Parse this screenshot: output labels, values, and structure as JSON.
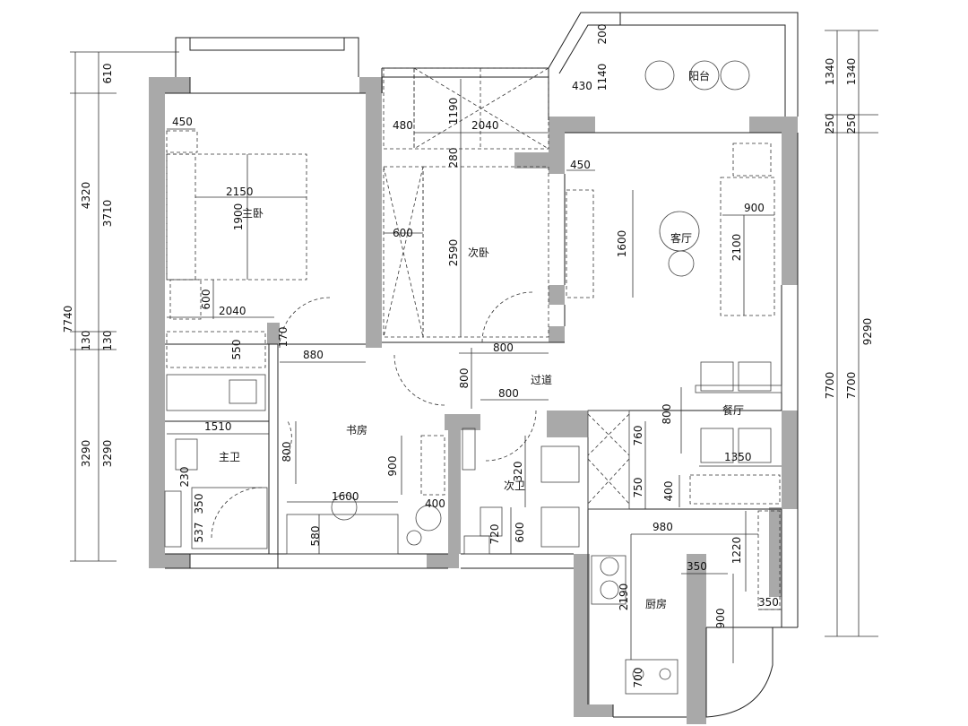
{
  "rooms": {
    "master_bedroom": "主卧",
    "second_bedroom": "次卧",
    "living_room": "客厅",
    "balcony": "阳台",
    "corridor": "过道",
    "study": "书房",
    "master_bath": "主卫",
    "second_bath": "次卫",
    "dining": "餐厅",
    "kitchen": "厨房"
  },
  "dims": {
    "left_outer_total": "7740",
    "left_outer_top": "4320",
    "left_outer_mid": "130",
    "left_outer_bottom": "3290",
    "left_inner_top_a": "610",
    "left_inner_top_b": "3710",
    "left_inner_mid": "130",
    "left_inner_bottom": "3290",
    "right_outer_total": "9290",
    "right_outer_a": "1340",
    "right_outer_b": "250",
    "right_outer_c": "7700",
    "right_inner_a": "1340",
    "right_inner_b": "250",
    "right_inner_c": "7700",
    "mb_450": "450",
    "mb_2150": "2150",
    "mb_1900": "1900",
    "mb_600": "600",
    "mb_2040": "2040",
    "mb_550": "550",
    "mb_170": "170",
    "sb_480": "480",
    "sb_1190": "1190",
    "sb_2040": "2040",
    "sb_280": "280",
    "sb_600": "600",
    "sb_2590": "2590",
    "sb_800": "800",
    "bal_200": "200",
    "bal_1140": "1140",
    "bal_430": "430",
    "lr_450": "450",
    "lr_1600": "1600",
    "lr_900": "900",
    "lr_2100": "2100",
    "cor_880": "880",
    "cor_800v": "800",
    "cor_800h": "800",
    "mbath_1510": "1510",
    "mbath_230": "230",
    "mbath_350": "350",
    "mbath_537": "537",
    "st_800": "800",
    "st_900": "900",
    "st_1600": "1600",
    "st_580": "580",
    "st_400": "400",
    "sbath_320": "320",
    "sbath_600": "600",
    "sbath_720": "720",
    "d_760": "760",
    "d_800": "800",
    "d_750": "750",
    "d_400": "400",
    "d_1350": "1350",
    "k_980": "980",
    "k_1220": "1220",
    "k_350a": "350",
    "k_350b": "350",
    "k_2190": "2190",
    "k_900": "900",
    "k_700": "700"
  }
}
